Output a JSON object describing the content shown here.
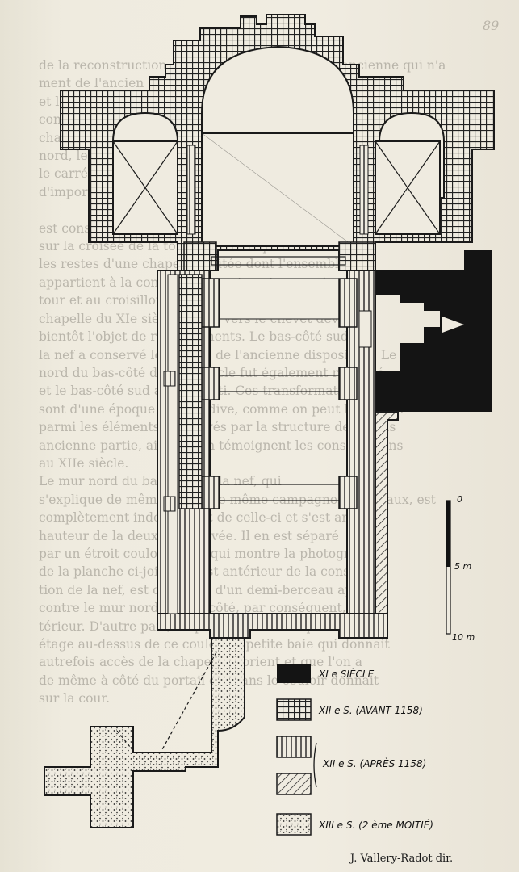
{
  "page": {
    "number": "89"
  },
  "bleed_through_text": [
    "de la reconstruction, la partie centrale de celle ancienne qui n'a",
    "ment de l'ancien angle formé par le croisillon nord",
    "et le chœur. Le chevet semi-circulaire et les absidioles",
    "construites au XIIe siècle. On a observé sur l'angle des",
    "chapelles au contact de l'angle sud-ouest une reprise",
    "nord, les murs est et ouest et son nord, tandis que",
    "le carré du transept. Les murs ont été l'objet",
    "d'importantes reprises parmi lesquelles on compte",
    "",
    "est constituée d'un transept dont la partie appuie",
    "sur la croisée de la tour de chœur qui conserve",
    "les restes d'une chapelle voûtée dont l'ensemble",
    "appartient à la construction, est contemporaine à la",
    "tour et au croisillon du transept nord. Le nom d'une",
    "chapelle du XIe siècle située vers le chevet devint",
    "bientôt l'objet de remaniements. Le bas-côté sud de",
    "la nef a conservé les traces de l'ancienne disposition. Le mur",
    "nord du bas-côté du XIIe siècle fut également remanié",
    "et le bas-côté sud a été rebâti. Ces transformations",
    "sont d'une époque plus tardive, comme on peut le vérifier",
    "parmi les éléments conservés par la structure de la plus",
    "ancienne partie, ainsi qu'en témoignent les constructions",
    "au XIIe siècle.",
    "Le mur nord du bas-côté de la nef, qui",
    "s'explique de même par cette même campagne de travaux, est",
    "complètement indépendant de celle-ci et s'est arrêté à",
    "hauteur de la deuxième travée. Il en est séparé",
    "par un étroit couloir voûté qui montre la photographie",
    "de la planche ci-jointe. Il est antérieur de la construc-",
    "tion de la nef, est constitué d'un demi-berceau appuyé",
    "contre le mur nord du bas-côté, par conséquent, an-",
    "térieur. D'autre part, on peut observer au premier",
    "étage au-dessus de ce couloir la petite baie qui donnait",
    "autrefois accès de la chapelle d'orient et que l'on a",
    "de même à côté du portail qui dans le couloir donnait",
    "sur la cour."
  ],
  "legend": {
    "entries": [
      {
        "label": "XI e SIÈCLE",
        "pattern": "solid-black"
      },
      {
        "label": "XII e S. (AVANT 1158)",
        "pattern": "crosshatch-grid"
      },
      {
        "label": "XII e S. (APRÈS 1158)",
        "pattern": "vertical-lines"
      },
      {
        "label": "",
        "pattern": "diagonal-lines"
      },
      {
        "label": "XIII e S. (2 ème MOITIÉ)",
        "pattern": "stipple-dots"
      }
    ]
  },
  "scale_bar": {
    "labels": [
      "0",
      "5 m",
      "10 m"
    ]
  },
  "credit": "J. Vallery-Radot dir.",
  "colors": {
    "paper": "#ece8dc",
    "ink": "#1a1a1a",
    "xi_century": "#141414"
  }
}
